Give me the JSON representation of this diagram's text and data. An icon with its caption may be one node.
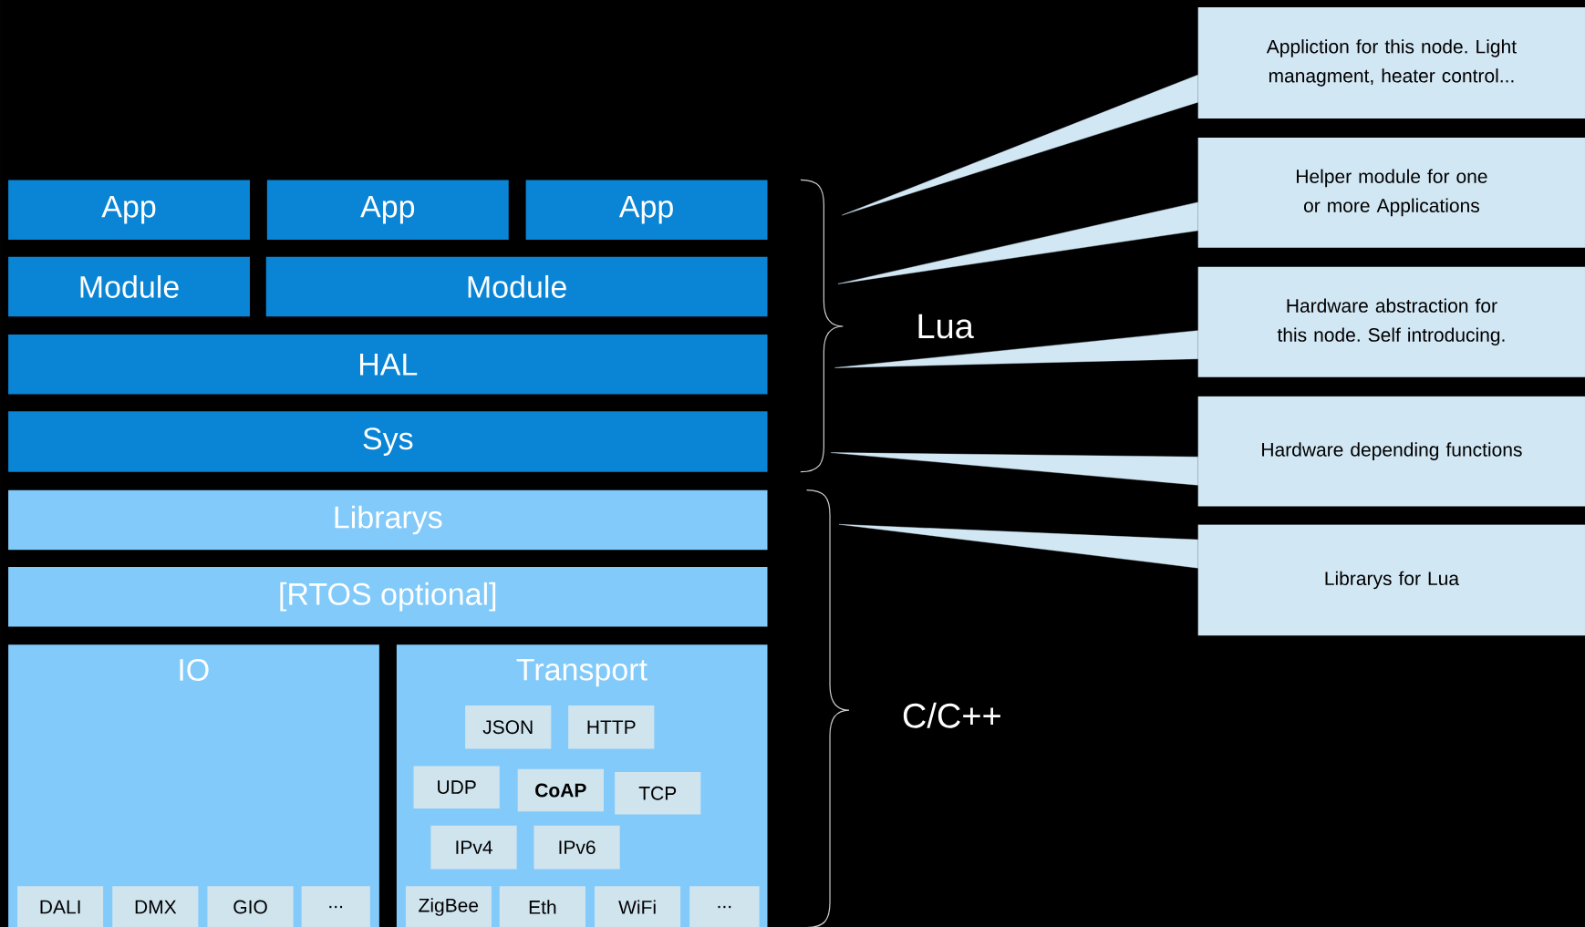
{
  "diagram": {
    "nodes": [
      {
        "text": [
          "App"
        ]
      },
      {
        "text": [
          "App"
        ]
      },
      {
        "text": [
          "App"
        ]
      },
      {
        "text": [
          "Module"
        ]
      },
      {
        "text": [
          "Module"
        ]
      },
      {
        "text": [
          "HAL"
        ]
      },
      {
        "text": [
          "Sys"
        ]
      },
      {
        "text": [
          "Librarys"
        ]
      },
      {
        "text": [
          "[RTOS optional]"
        ]
      },
      {
        "text": [
          "IO"
        ]
      },
      {
        "text": [
          "Transport"
        ]
      },
      {
        "text": [
          "DALI"
        ],
        "in": 9
      },
      {
        "text": [
          "DMX"
        ],
        "in": 9
      },
      {
        "text": [
          "GIO"
        ],
        "in": 9
      },
      {
        "text": [
          "..."
        ],
        "in": 9
      },
      {
        "text": [
          "JSON"
        ],
        "in": 10
      },
      {
        "text": [
          "HTTP"
        ],
        "in": 10
      },
      {
        "text": [
          "UDP"
        ],
        "in": 10
      },
      {
        "text": [
          "CoAP"
        ],
        "in": 10
      },
      {
        "text": [
          "TCP"
        ],
        "in": 10
      },
      {
        "text": [
          "IPv4"
        ],
        "in": 10
      },
      {
        "text": [
          "IPv6"
        ],
        "in": 10
      },
      {
        "text": [
          "ZigBee"
        ],
        "in": 10
      },
      {
        "text": [
          "Eth"
        ],
        "in": 10
      },
      {
        "text": [
          "WiFi"
        ],
        "in": 10
      },
      {
        "text": [
          "..."
        ],
        "in": 10
      },
      {
        "text": [
          "Appliction for this node. Light managment, heater control..."
        ]
      },
      {
        "text": [
          "Helper module for one or more Applications"
        ]
      },
      {
        "text": [
          "Hardware abstraction for this node. Self introducing."
        ]
      },
      {
        "text": [
          "Hardware depending functions"
        ]
      },
      {
        "text": [
          "Librarys for Lua"
        ]
      }
    ],
    "edges": [
      {
        "from": 26,
        "to": null,
        "arrow": "to"
      },
      {
        "from": 27,
        "to": null,
        "arrow": "to"
      },
      {
        "from": 28,
        "to": null,
        "arrow": "to"
      },
      {
        "from": 29,
        "to": null,
        "arrow": "to"
      },
      {
        "from": 30,
        "to": null,
        "arrow": "to"
      }
    ],
    "labels": [
      "Lua",
      "C/C++"
    ]
  }
}
